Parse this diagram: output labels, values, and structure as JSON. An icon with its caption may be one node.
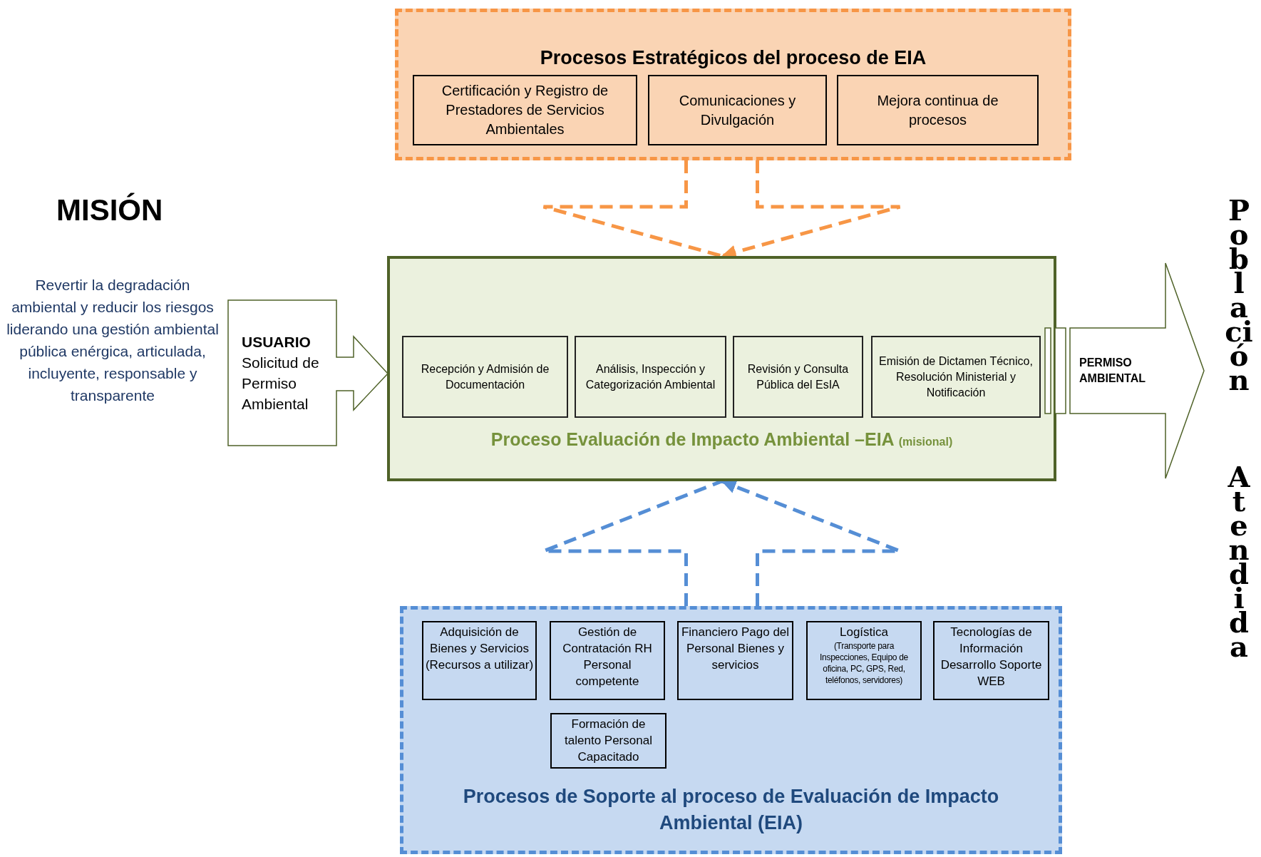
{
  "diagram": {
    "nodes": [
      {
        "text": [
          "Procesos Estratégicos del proceso de EIA"
        ]
      },
      {
        "text": [
          "Certificación y Registro de Prestadores de Servicios Ambientales"
        ],
        "in": 0
      },
      {
        "text": [
          "Comunicaciones y Divulgación"
        ],
        "in": 0
      },
      {
        "text": [
          "Mejora continua de procesos"
        ],
        "in": 0
      },
      {
        "text": [
          "USUARIO",
          "Solicitud de Permiso Ambiental"
        ]
      },
      {
        "text": [
          "Proceso Evaluación de Impacto Ambiental –EIA",
          "(misional)"
        ]
      },
      {
        "text": [
          "Recepción y Admisión de Documentación"
        ],
        "in": 5
      },
      {
        "text": [
          "Análisis, Inspección y Categorización Ambiental"
        ],
        "in": 5
      },
      {
        "text": [
          "Revisión y Consulta Pública del EsIA"
        ],
        "in": 5
      },
      {
        "text": [
          "Emisión de Dictamen Técnico, Resolución Ministerial y Notificación"
        ],
        "in": 5
      },
      {
        "text": [
          "PERMISO AMBIENTAL"
        ]
      },
      {
        "text": [
          "Procesos de Soporte al proceso de Evaluación de Impacto Ambiental (EIA)"
        ]
      },
      {
        "text": [
          "Adquisición de Bienes y Servicios (Recursos a utilizar)"
        ],
        "in": 11
      },
      {
        "text": [
          "Gestión de Contratación RH Personal competente"
        ],
        "in": 11
      },
      {
        "text": [
          "Financiero Pago del Personal Bienes y servicios"
        ],
        "in": 11
      },
      {
        "text": [
          "Logística",
          "(Transporte para Inspecciones, Equipo de oficina, PC, GPS, Red, teléfonos, servidores)"
        ],
        "in": 11
      },
      {
        "text": [
          "Tecnologías de Información Desarrollo Soporte WEB"
        ],
        "in": 11
      },
      {
        "text": [
          "Formación de talento Personal Capacitado"
        ],
        "in": 11
      }
    ],
    "edges": [
      {
        "from": 0,
        "to": 5,
        "arrow": "to",
        "style": "dashed",
        "color": "#f79646"
      },
      {
        "from": 11,
        "to": 5,
        "arrow": "to",
        "style": "dashed",
        "color": "#558ed5"
      }
    ],
    "labels": [
      "MISIÓN",
      "Revertir la degradación ambiental y reducir los riesgos liderando una gestión ambiental pública enérgica, articulada, incluyente, responsable y transparente",
      "Población",
      "Atendida"
    ]
  }
}
